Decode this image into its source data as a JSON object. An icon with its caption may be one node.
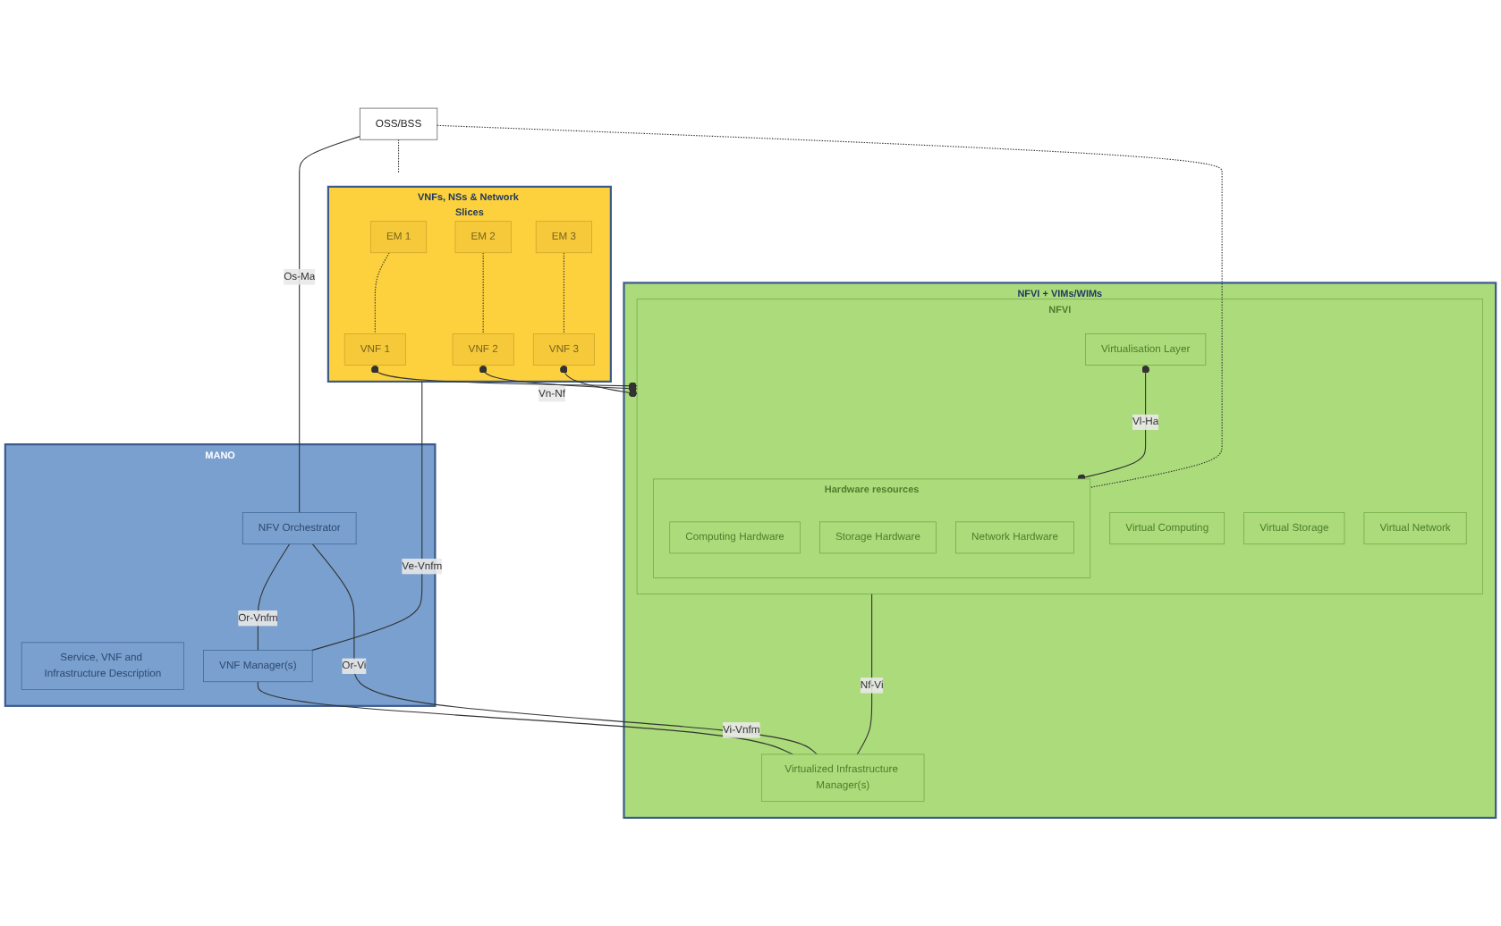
{
  "diagram": {
    "nodes": [
      {
        "text": [
          "OSS/BSS"
        ]
      },
      {
        "text": [
          "VNFs, NSs & Network Slices"
        ]
      },
      {
        "text": [
          "EM 1"
        ],
        "in": 1
      },
      {
        "text": [
          "EM 2"
        ],
        "in": 1
      },
      {
        "text": [
          "EM 3"
        ],
        "in": 1
      },
      {
        "text": [
          "VNF 1"
        ],
        "in": 1
      },
      {
        "text": [
          "VNF 2"
        ],
        "in": 1
      },
      {
        "text": [
          "VNF 3"
        ],
        "in": 1
      },
      {
        "text": [
          "MANO"
        ]
      },
      {
        "text": [
          "NFV Orchestrator"
        ],
        "in": 8
      },
      {
        "text": [
          "VNF Manager(s)"
        ],
        "in": 8
      },
      {
        "text": [
          "Service, VNF and Infrastructure Description"
        ],
        "in": 8
      },
      {
        "text": [
          "NFVI + VIMs/WIMs"
        ]
      },
      {
        "text": [
          "NFVI"
        ],
        "in": 12
      },
      {
        "text": [
          "Virtual Computing"
        ],
        "in": 13
      },
      {
        "text": [
          "Virtual Storage"
        ],
        "in": 13
      },
      {
        "text": [
          "Virtual Network"
        ],
        "in": 13
      },
      {
        "text": [
          "Virtualisation Layer"
        ],
        "in": 13
      },
      {
        "text": [
          "Hardware resources"
        ],
        "in": 13
      },
      {
        "text": [
          "Computing Hardware"
        ],
        "in": 18
      },
      {
        "text": [
          "Storage Hardware"
        ],
        "in": 18
      },
      {
        "text": [
          "Network Hardware"
        ],
        "in": 18
      },
      {
        "text": [
          "Virtualized Infrastructure Manager(s)"
        ],
        "in": 12
      }
    ],
    "edges": [
      {
        "from": 0,
        "to": 9,
        "arrow": "none",
        "label": "Os-Ma"
      },
      {
        "from": 0,
        "to": 1,
        "arrow": "none",
        "style": "dashed"
      },
      {
        "from": 0,
        "to": 18,
        "arrow": "none",
        "style": "dashed"
      },
      {
        "from": 2,
        "to": 5,
        "arrow": "none",
        "style": "dashed"
      },
      {
        "from": 3,
        "to": 6,
        "arrow": "none",
        "style": "dashed"
      },
      {
        "from": 4,
        "to": 7,
        "arrow": "none",
        "style": "dashed"
      },
      {
        "from": 1,
        "to": 10,
        "arrow": "none",
        "label": "Ve-Vnfm"
      },
      {
        "from": 9,
        "to": 10,
        "arrow": "none",
        "label": "Or-Vnfm"
      },
      {
        "from": 5,
        "to": 13,
        "arrow": "other"
      },
      {
        "from": 6,
        "to": 13,
        "arrow": "other",
        "label": "Vn-Nf"
      },
      {
        "from": 7,
        "to": 13,
        "arrow": "other"
      },
      {
        "from": 10,
        "to": 22,
        "arrow": "none",
        "label": "Vi-Vnfm"
      },
      {
        "from": 9,
        "to": 22,
        "arrow": "none",
        "label": "Or-Vi"
      },
      {
        "from": 13,
        "to": 22,
        "arrow": "none",
        "label": "Nf-Vi"
      },
      {
        "from": 17,
        "to": 18,
        "arrow": "other",
        "label": "Vl-Ha"
      }
    ]
  }
}
